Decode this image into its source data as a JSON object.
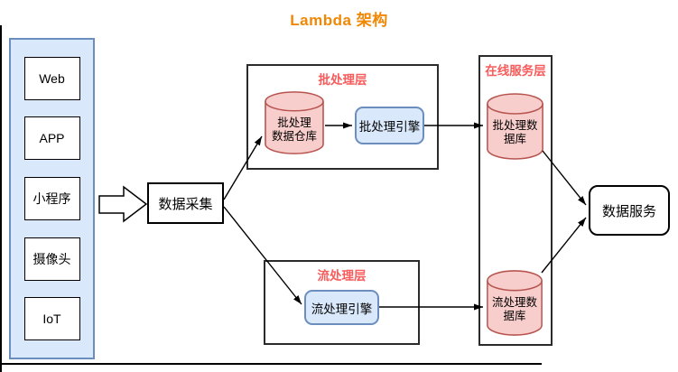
{
  "title": {
    "text": "Lambda 架构",
    "color": "#F08705"
  },
  "colors": {
    "panel_fill": "#DAE8FC",
    "panel_border": "#6C8EBF",
    "cylinder_fill": "#F8CECC",
    "cylinder_border": "#B85450",
    "layer_label": "#F85B5B",
    "connector": "#000000"
  },
  "sources": {
    "items": [
      "Web",
      "APP",
      "小程序",
      "摄像头",
      "IoT"
    ]
  },
  "nodes": {
    "data_collection": "数据采集",
    "data_service": "数据服务",
    "batch_layer_label": "批处理层",
    "stream_layer_label": "流处理层",
    "online_layer_label": "在线服务层",
    "batch_warehouse_line1": "批处理",
    "batch_warehouse_line2": "数据仓库",
    "batch_engine": "批处理引擎",
    "stream_engine": "流处理引擎",
    "batch_db_line1": "批处理数",
    "batch_db_line2": "据库",
    "stream_db_line1": "流处理数",
    "stream_db_line2": "据库"
  }
}
